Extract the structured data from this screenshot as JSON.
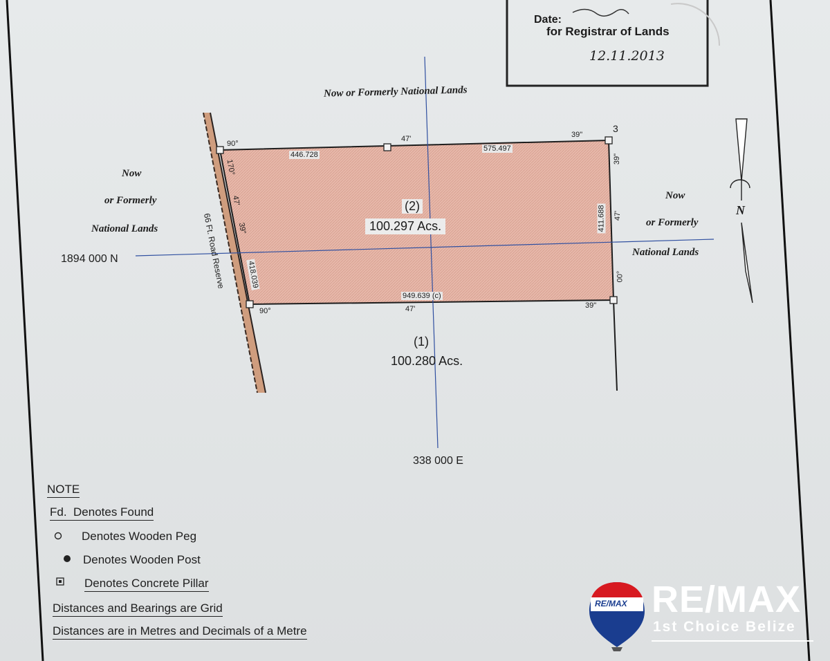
{
  "stamp": {
    "date_label": "Date:",
    "registrar_label": "for Registrar of Lands",
    "date_value": "12.11.2013"
  },
  "plan": {
    "north_boundary": "Now or Formerly National Lands",
    "west_boundary": [
      "Now",
      "or Formerly",
      "National Lands"
    ],
    "east_boundary": [
      "Now",
      "or Formerly",
      "National Lands"
    ],
    "road_reserve": "66 Ft. Road Reserve",
    "grid_north": "1894 000 N",
    "grid_east": "338 000 E",
    "north_arrow": "N",
    "corner_number": "3",
    "parcel_2": {
      "label": "(2)",
      "area": "100.297 Acs."
    },
    "parcel_1": {
      "label": "(1)",
      "area": "100.280 Acs."
    },
    "dimensions": {
      "top_left_segment": "446.728",
      "top_right_segment": "575.497",
      "east_side": "411.688",
      "west_side": "418.039",
      "south_side": "949.639 (c)"
    },
    "bearings": {
      "nw_corner_angle": "90°",
      "top_min": "47'",
      "top_sec": "39\"",
      "west_deg": "170°",
      "west_min": "47'",
      "west_sec": "39\"",
      "east_deg": "39\"",
      "east_min": "47'",
      "east_sec": "00°",
      "sw_corner_angle": "90°",
      "bottom_min": "47'",
      "bottom_sec": "39\""
    }
  },
  "note": {
    "heading": "NOTE",
    "items": [
      "Fd.  Denotes Found",
      "Denotes Wooden Peg",
      "Denotes Wooden Post",
      "Denotes Concrete Pillar",
      "Distances and Bearings are Grid",
      "Distances are in Metres and Decimals of a Metre"
    ]
  },
  "branding": {
    "brand": "RE/MAX",
    "balloon_text": "RE/MAX",
    "subtitle": "1st Choice Belize",
    "colors": {
      "red": "#d71920",
      "blue": "#1a3d8f",
      "white": "#ffffff"
    }
  }
}
